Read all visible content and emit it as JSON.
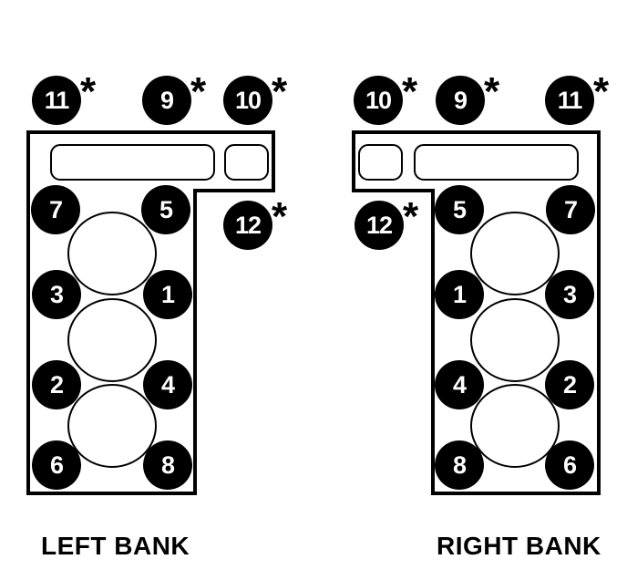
{
  "colors": {
    "background": "#ffffff",
    "ink": "#000000",
    "bolt_fill": "#000000",
    "bolt_number": "#ffffff"
  },
  "left_bank": {
    "label": "LEFT BANK",
    "top_bolts": [
      {
        "number": "11",
        "marker": "*"
      },
      {
        "number": "9",
        "marker": "*"
      },
      {
        "number": "10",
        "marker": "*"
      }
    ],
    "side_bolt": {
      "number": "12",
      "marker": "*"
    },
    "head_bolts": [
      "7",
      "5",
      "3",
      "1",
      "2",
      "4",
      "6",
      "8"
    ],
    "cylinder_count": 3
  },
  "right_bank": {
    "label": "RIGHT BANK",
    "top_bolts": [
      {
        "number": "10",
        "marker": "*"
      },
      {
        "number": "9",
        "marker": "*"
      },
      {
        "number": "11",
        "marker": "*"
      }
    ],
    "side_bolt": {
      "number": "12",
      "marker": "*"
    },
    "head_bolts": [
      "5",
      "7",
      "1",
      "3",
      "4",
      "2",
      "8",
      "6"
    ],
    "cylinder_count": 3
  }
}
